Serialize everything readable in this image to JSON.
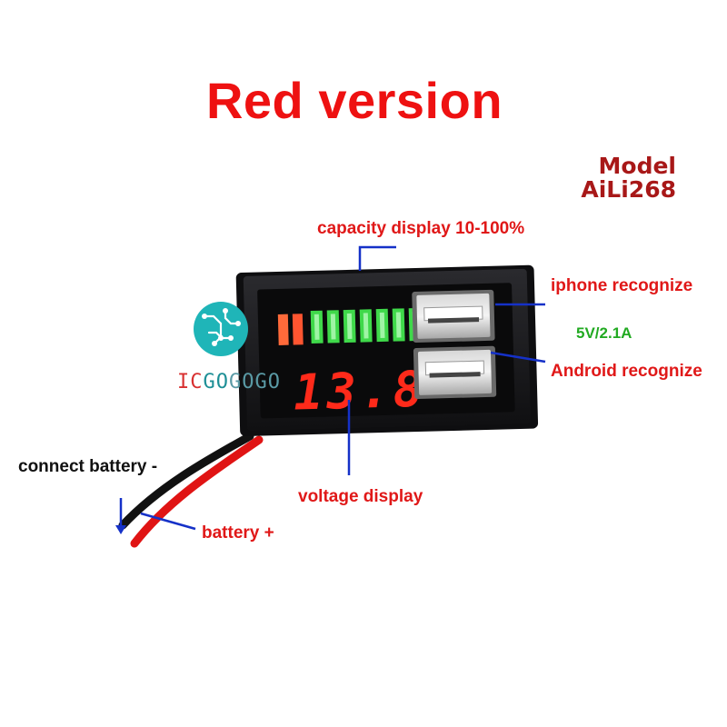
{
  "title": "Red version",
  "model": {
    "line1": "Model",
    "line2": "AiLi268"
  },
  "labels": {
    "capacity": "capacity display 10-100%",
    "iphone": "iphone recognize",
    "output": "5V/2.1A",
    "android": "Android recognize",
    "connect_negative": "connect battery -",
    "voltage": "voltage display",
    "battery_positive": "battery +"
  },
  "display": {
    "voltage_reading": "13.8"
  },
  "brand": {
    "part1": "IC ",
    "part2": "GO",
    "part3": "GOGO"
  },
  "colors": {
    "title": "#ee1111",
    "label": "#e01818",
    "model": "#a81818",
    "output": "#22aa22",
    "led_red": "#ff2a1a",
    "led_green": "#39e04a",
    "pointer": "#1531c8"
  }
}
